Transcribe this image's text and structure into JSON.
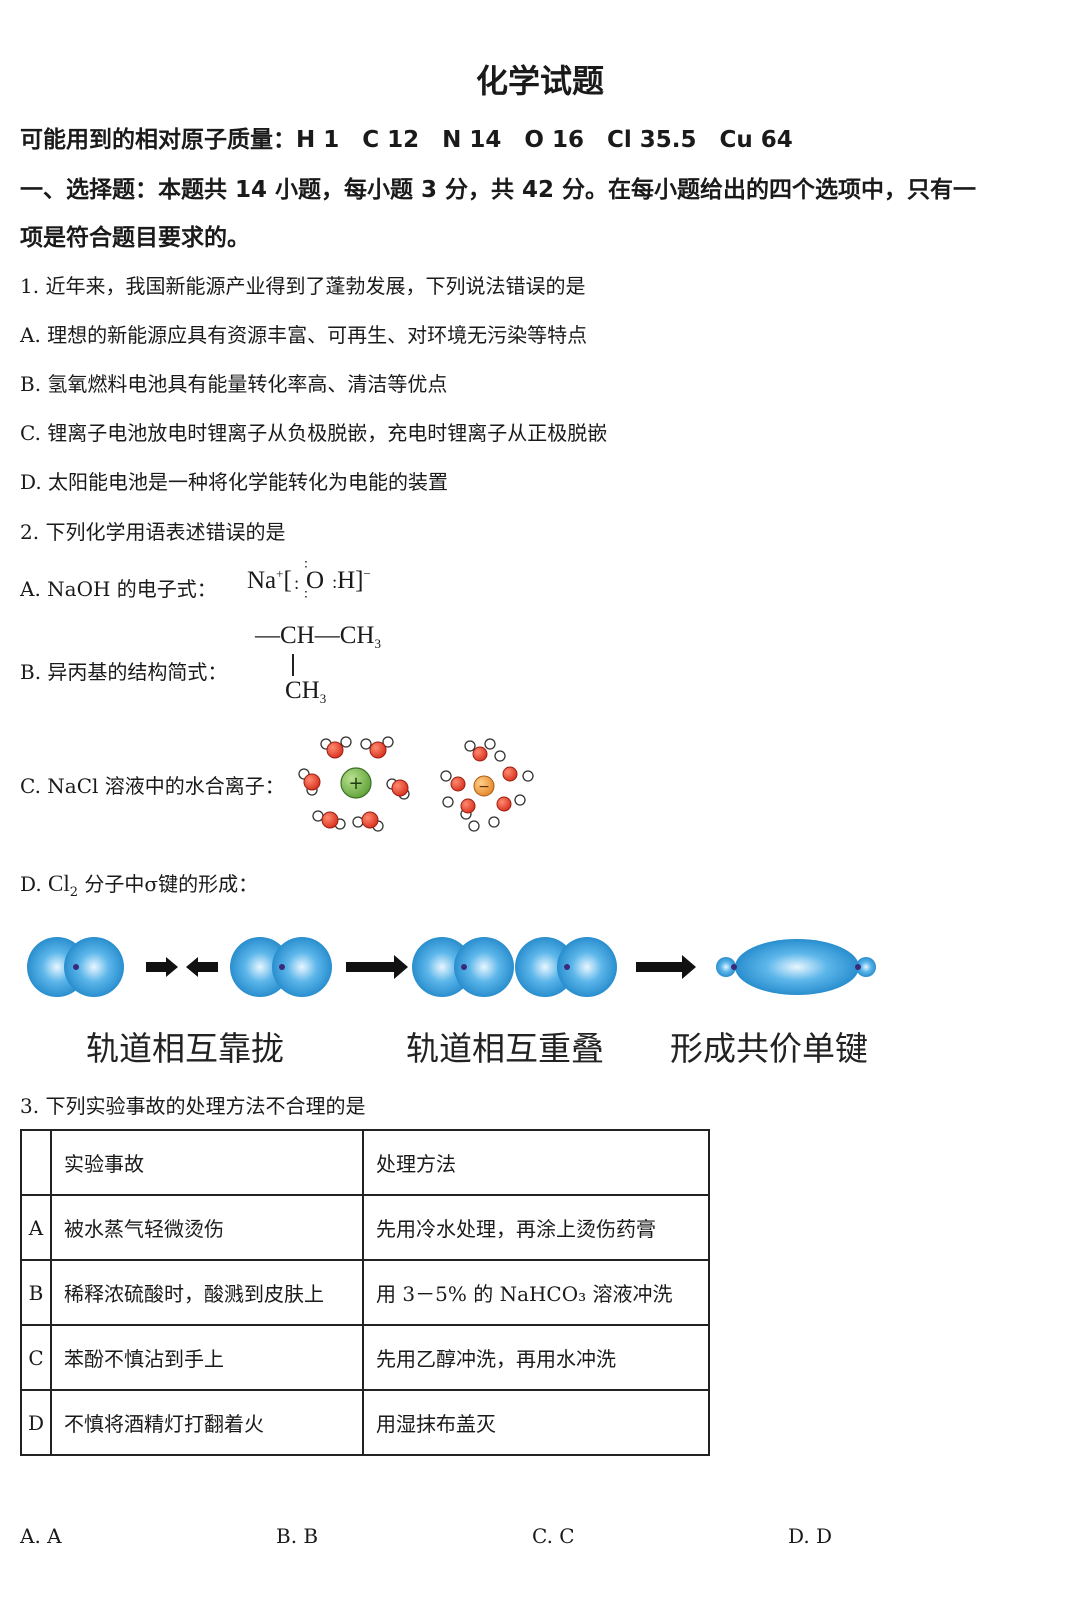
{
  "title": "化学试题",
  "atomic_masses": "可能用到的相对原子质量：H 1　C 12　N 14　O 16　Cl 35.5　Cu 64",
  "section": {
    "line1": "一、选择题：本题共 14 小题，每小题 3 分，共 42 分。在每小题给出的四个选项中，只有一",
    "line2": "项是符合题目要求的。"
  },
  "q1": {
    "stem": "1. 近年来，我国新能源产业得到了蓬勃发展，下列说法错误的是",
    "options": [
      "A. 理想的新能源应具有资源丰富、可再生、对环境无污染等特点",
      "B. 氢氧燃料电池具有能量转化率高、清洁等优点",
      "C. 锂离子电池放电时锂离子从负极脱嵌，充电时锂离子从正极脱嵌",
      "D. 太阳能电池是一种将化学能转化为电能的装置"
    ]
  },
  "q2": {
    "stem": "2. 下列化学用语表述错误的是",
    "a_label": "A.",
    "a_text": "NaOH 的电子式：",
    "a_formula": {
      "na": "Na",
      "plus": "+",
      "lb": "[",
      "o": "O",
      "h": "H",
      "rb": "]",
      "minus": "−"
    },
    "b_label": "B. 异丙基的结构简式：",
    "b_formula": {
      "ch": "—CH—CH",
      "ch_sub": "3",
      "ch3": "CH",
      "ch3_sub": "3"
    },
    "c_label": "C. NaCl 溶液中的水合离子：",
    "c_ion_signs": {
      "cation": "+",
      "anion": "−"
    },
    "d_label": "D.",
    "d_cl": "Cl",
    "d_cl_sub": "2",
    "d_text": "分子中σ键的形成：",
    "d_captions": [
      "轨道相互靠拢",
      "轨道相互重叠",
      "形成共价单键"
    ]
  },
  "q3": {
    "stem": "3. 下列实验事故的处理方法不合理的是",
    "table": {
      "headers": [
        "",
        "实验事故",
        "处理方法"
      ],
      "rows": [
        [
          "A",
          "被水蒸气轻微烫伤",
          "先用冷水处理，再涂上烫伤药膏"
        ],
        [
          "B",
          "稀释浓硫酸时，酸溅到皮肤上",
          "用 3－5% 的 NaHCO₃ 溶液冲洗"
        ],
        [
          "C",
          "苯酚不慎沾到手上",
          "先用乙醇冲洗，再用水冲洗"
        ],
        [
          "D",
          "不慎将酒精灯打翻着火",
          "用湿抹布盖灭"
        ]
      ]
    },
    "answers": [
      "A. A",
      "B. B",
      "C. C",
      "D. D"
    ]
  },
  "colors": {
    "orbital_blue": "#2f9ad8",
    "oxygen_red": "#e8402f",
    "cation_green": "#7cbd4e",
    "anion_orange": "#f29a3a"
  }
}
